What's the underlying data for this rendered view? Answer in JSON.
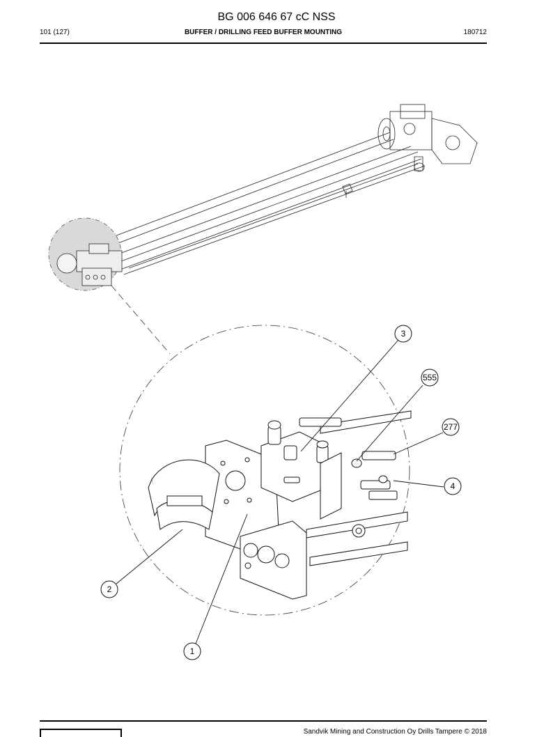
{
  "header": {
    "document_id": "BG 006 646 67 cC NSS",
    "page": "101 (127)",
    "title": "BUFFER / DRILLING FEED BUFFER MOUNTING",
    "code": "180712"
  },
  "callouts": [
    "3",
    "555",
    "277",
    "4",
    "2",
    "1"
  ],
  "footer": {
    "copyright": "Sandvik Mining and Construction Oy Drills Tampere © 2018"
  }
}
